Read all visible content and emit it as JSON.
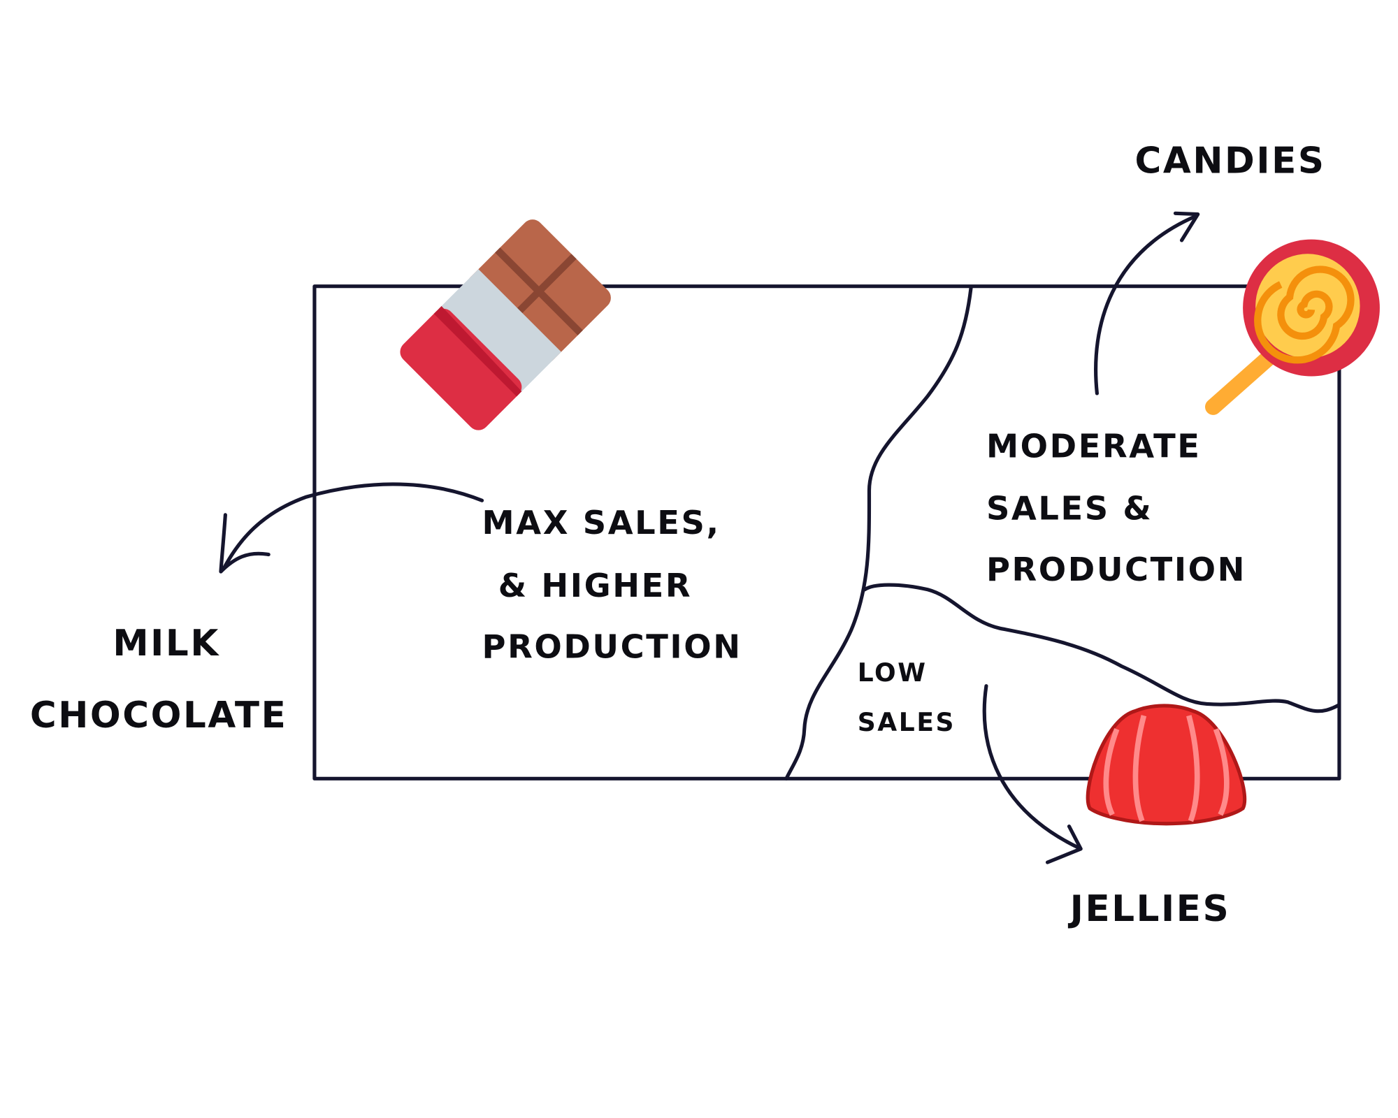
{
  "labels": {
    "candies": "CANDIES",
    "max_sales": [
      "MAX SALES,",
      "& HIGHER",
      "PRODUCTION"
    ],
    "moderate": [
      "MODERATE",
      "SALES &",
      "PRODUCTION"
    ],
    "low": [
      "LOW",
      "SALES"
    ],
    "milk_chocolate": [
      "MILK",
      "CHOCOLATE"
    ],
    "jellies": "JELLIES"
  },
  "colors": {
    "stroke": "#15152e",
    "chocolate": "#b9664a",
    "wrapper": "#ccd6dd",
    "wrapper_red": "#dd2e44",
    "lollipop_red": "#dd2e44",
    "lollipop_orange": "#f4900c",
    "lollipop_yellow": "#ffcc4d",
    "jelly": "#ee3030"
  },
  "icons": [
    "chocolate-bar-icon",
    "lollipop-icon",
    "jelly-icon"
  ]
}
